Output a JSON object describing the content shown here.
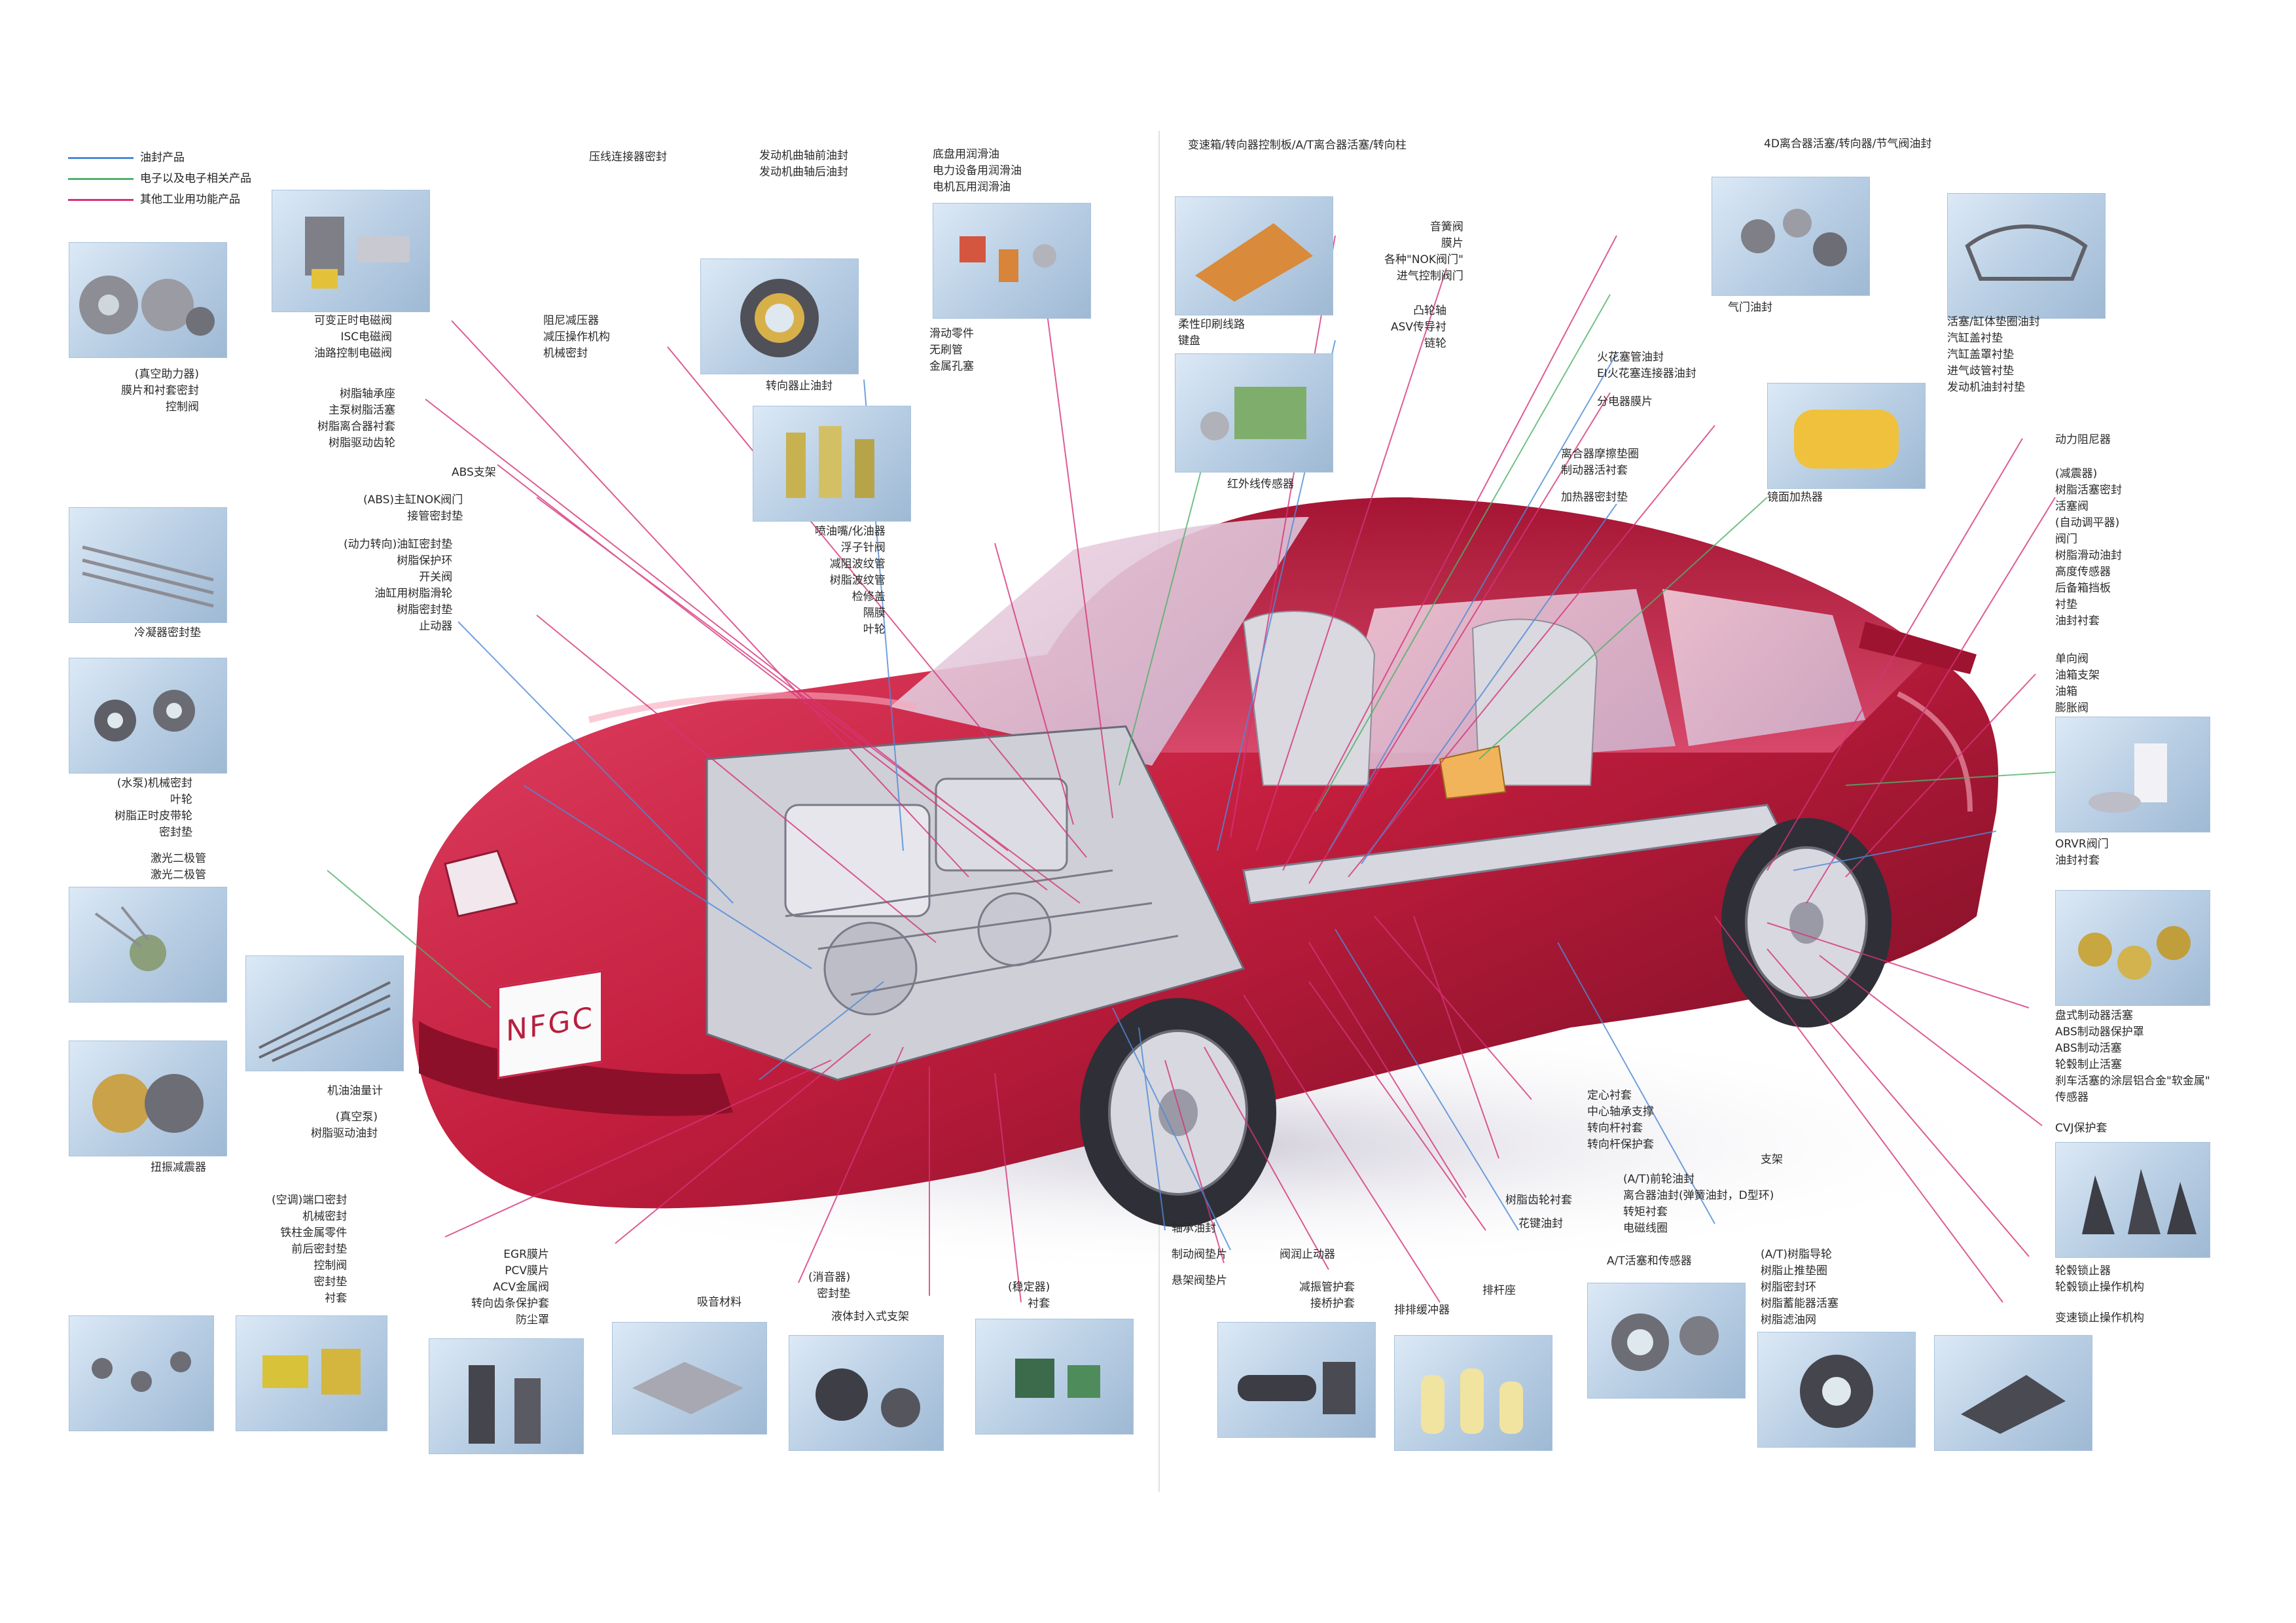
{
  "legend": [
    {
      "label": "油封产品",
      "color": "#4d8ad6"
    },
    {
      "label": "电子以及电子相关产品",
      "color": "#4fb26a"
    },
    {
      "label": "其他工业用功能产品",
      "color": "#d6337a"
    }
  ],
  "brand": "NFGC",
  "colors": {
    "body": "#c21d3d",
    "body_dark": "#7e0f27",
    "blue_line": "#4d8ad6",
    "green_line": "#4fb26a",
    "pink_line": "#d6337a"
  },
  "labels": {
    "top1": "压线连接器密封",
    "top2": "发动机曲轴前油封\n发动机曲轴后油封",
    "top3": "底盘用润滑油\n电力设备用润滑油\n电机瓦用润滑油",
    "top4": "变速箱/转向器控制板/A/T离合器活塞/转向柱",
    "top5": "4D离合器活塞/转向器/节气阀油封",
    "l1": "可变正时电磁阀\nISC电磁阀\n油路控制电磁阀",
    "l2": "(真空助力器)\n膜片和衬套密封\n控制阀",
    "l3": "树脂轴承座\n主泵树脂活塞\n树脂离合器衬套\n树脂驱动齿轮",
    "l4": "ABS支架",
    "l5": "(ABS)主缸NOK阀门\n接管密封垫",
    "l6": "(动力转向)油缸密封垫\n树脂保护环\n开关阀\n油缸用树脂滑轮\n树脂密封垫\n止动器",
    "l7": "冷凝器密封垫",
    "l8": "(水泵)机械密封\n叶轮\n树脂正时皮带轮\n密封垫",
    "l9": "激光二极管\n激光二极管",
    "l10": "机油油量计",
    "l11": "(真空泵)\n树脂驱动油封",
    "l12": "扭振减震器",
    "l13": "(空调)端口密封\n机械密封\n铁柱金属零件\n前后密封垫\n控制阀\n密封垫\n衬套",
    "l14": "EGR膜片\nPCV膜片\nACV金属阀\n转向齿条保护套\n防尘罩",
    "l15": "吸音材料",
    "l16": "(消音器)\n密封垫",
    "l17": "液体封入式支架",
    "l18": "(稳定器)\n衬套",
    "c1": "阻尼减压器\n减压操作机构\n机械密封",
    "c2": "转向器止油封",
    "c3": "滑动零件\n无刷管\n金属孔塞",
    "c4": "喷油嘴/化油器\n浮子针阀\n减阻波纹管\n树脂波纹管\n检修盖\n隔膜\n叶轮",
    "c5": "柔性印刷线路\n键盘",
    "c6": "红外线传感器",
    "c7": "音簧阀\n膜片\n各种\"NOK阀门\"\n进气控制阀门",
    "c8": "凸轮轴\nASV传导衬\n链轮",
    "c9": "火花塞管油封\nEI火花塞连接器油封",
    "c10": "分电器膜片",
    "c11": "离合器摩擦垫圈\n制动器活衬套",
    "c12": "加热器密封垫",
    "c13": "气门油封",
    "c14": "镜面加热器",
    "r1": "活塞/缸体垫圈油封\n汽缸盖衬垫\n汽缸盖罩衬垫\n进气歧管衬垫\n发动机油封衬垫",
    "r2": "动力阻尼器",
    "r3": "(减震器)\n树脂活塞密封\n活塞阀\n(自动调平器)\n阀门\n树脂滑动油封\n高度传感器\n后备箱挡板\n衬垫\n油封衬套",
    "r4": "单向阀\n油箱支架\n油箱\n膨胀阀",
    "r5": "ORVR阀门\n油封衬套",
    "r6": "盘式制动器活塞\nABS制动器保护罩\nABS制动活塞\n轮毂制止活塞\n刹车活塞的涂层铝合金\"软金属\"\n传感器",
    "r7": "CVJ保护套",
    "r8": "轮毂锁止器\n轮毂锁止操作机构",
    "r9": "变速锁止操作机构",
    "b1": "定心衬套\n中心轴承支撑\n转向杆衬套\n转向杆保护套",
    "b2": "支架",
    "b3": "(A/T)前轮油封\n离合器油封(弹簧油封，D型环)\n转矩衬套\n电磁线圈",
    "b4": "树脂齿轮衬套",
    "b5": "花键油封",
    "b6": "A/T活塞和传感器",
    "b7": "(A/T)树脂导轮\n树脂止推垫圈\n树脂密封环\n树脂蓄能器活塞\n树脂滤油网",
    "b8": "轴承油封",
    "b9": "制动阀垫片",
    "b10": "悬架阀垫片",
    "b11": "阀润止动器",
    "b12": "减振管护套\n接桥护套",
    "b13": "排杆座",
    "b14": "排排缓冲器"
  }
}
